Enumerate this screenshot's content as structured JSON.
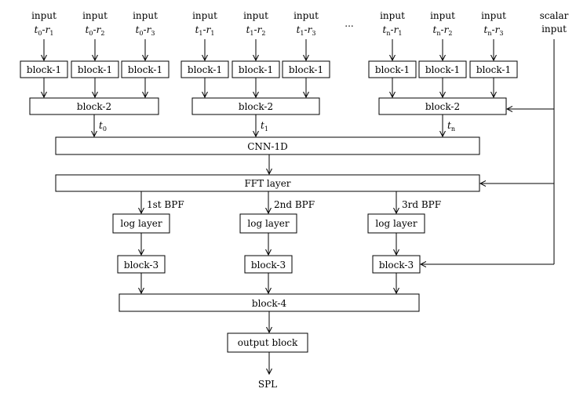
{
  "inputs": [
    {
      "word": "input",
      "t": "t",
      "ts": "0",
      "r": "r",
      "rs": "1"
    },
    {
      "word": "input",
      "t": "t",
      "ts": "0",
      "r": "r",
      "rs": "2"
    },
    {
      "word": "input",
      "t": "t",
      "ts": "0",
      "r": "r",
      "rs": "3"
    },
    {
      "word": "input",
      "t": "t",
      "ts": "1",
      "r": "r",
      "rs": "1"
    },
    {
      "word": "input",
      "t": "t",
      "ts": "1",
      "r": "r",
      "rs": "2"
    },
    {
      "word": "input",
      "t": "t",
      "ts": "1",
      "r": "r",
      "rs": "3"
    },
    {
      "word": "input",
      "t": "t",
      "ts": "n",
      "r": "r",
      "rs": "1"
    },
    {
      "word": "input",
      "t": "t",
      "ts": "n",
      "r": "r",
      "rs": "2"
    },
    {
      "word": "input",
      "t": "t",
      "ts": "n",
      "r": "r",
      "rs": "3"
    }
  ],
  "ellipsis": "...",
  "scalar_input": {
    "line1": "scalar",
    "line2": "input"
  },
  "block1_label": "block-1",
  "block2_label": "block-2",
  "time_labels": [
    {
      "t": "t",
      "s": "0"
    },
    {
      "t": "t",
      "s": "1"
    },
    {
      "t": "t",
      "s": "n"
    }
  ],
  "cnn_label": "CNN-1D",
  "fft_label": "FFT layer",
  "bpf_labels": [
    "1st BPF",
    "2nd BPF",
    "3rd BPF"
  ],
  "log_label": "log layer",
  "block3_label": "block-3",
  "block4_label": "block-4",
  "output_label": "output block",
  "spl_label": "SPL"
}
